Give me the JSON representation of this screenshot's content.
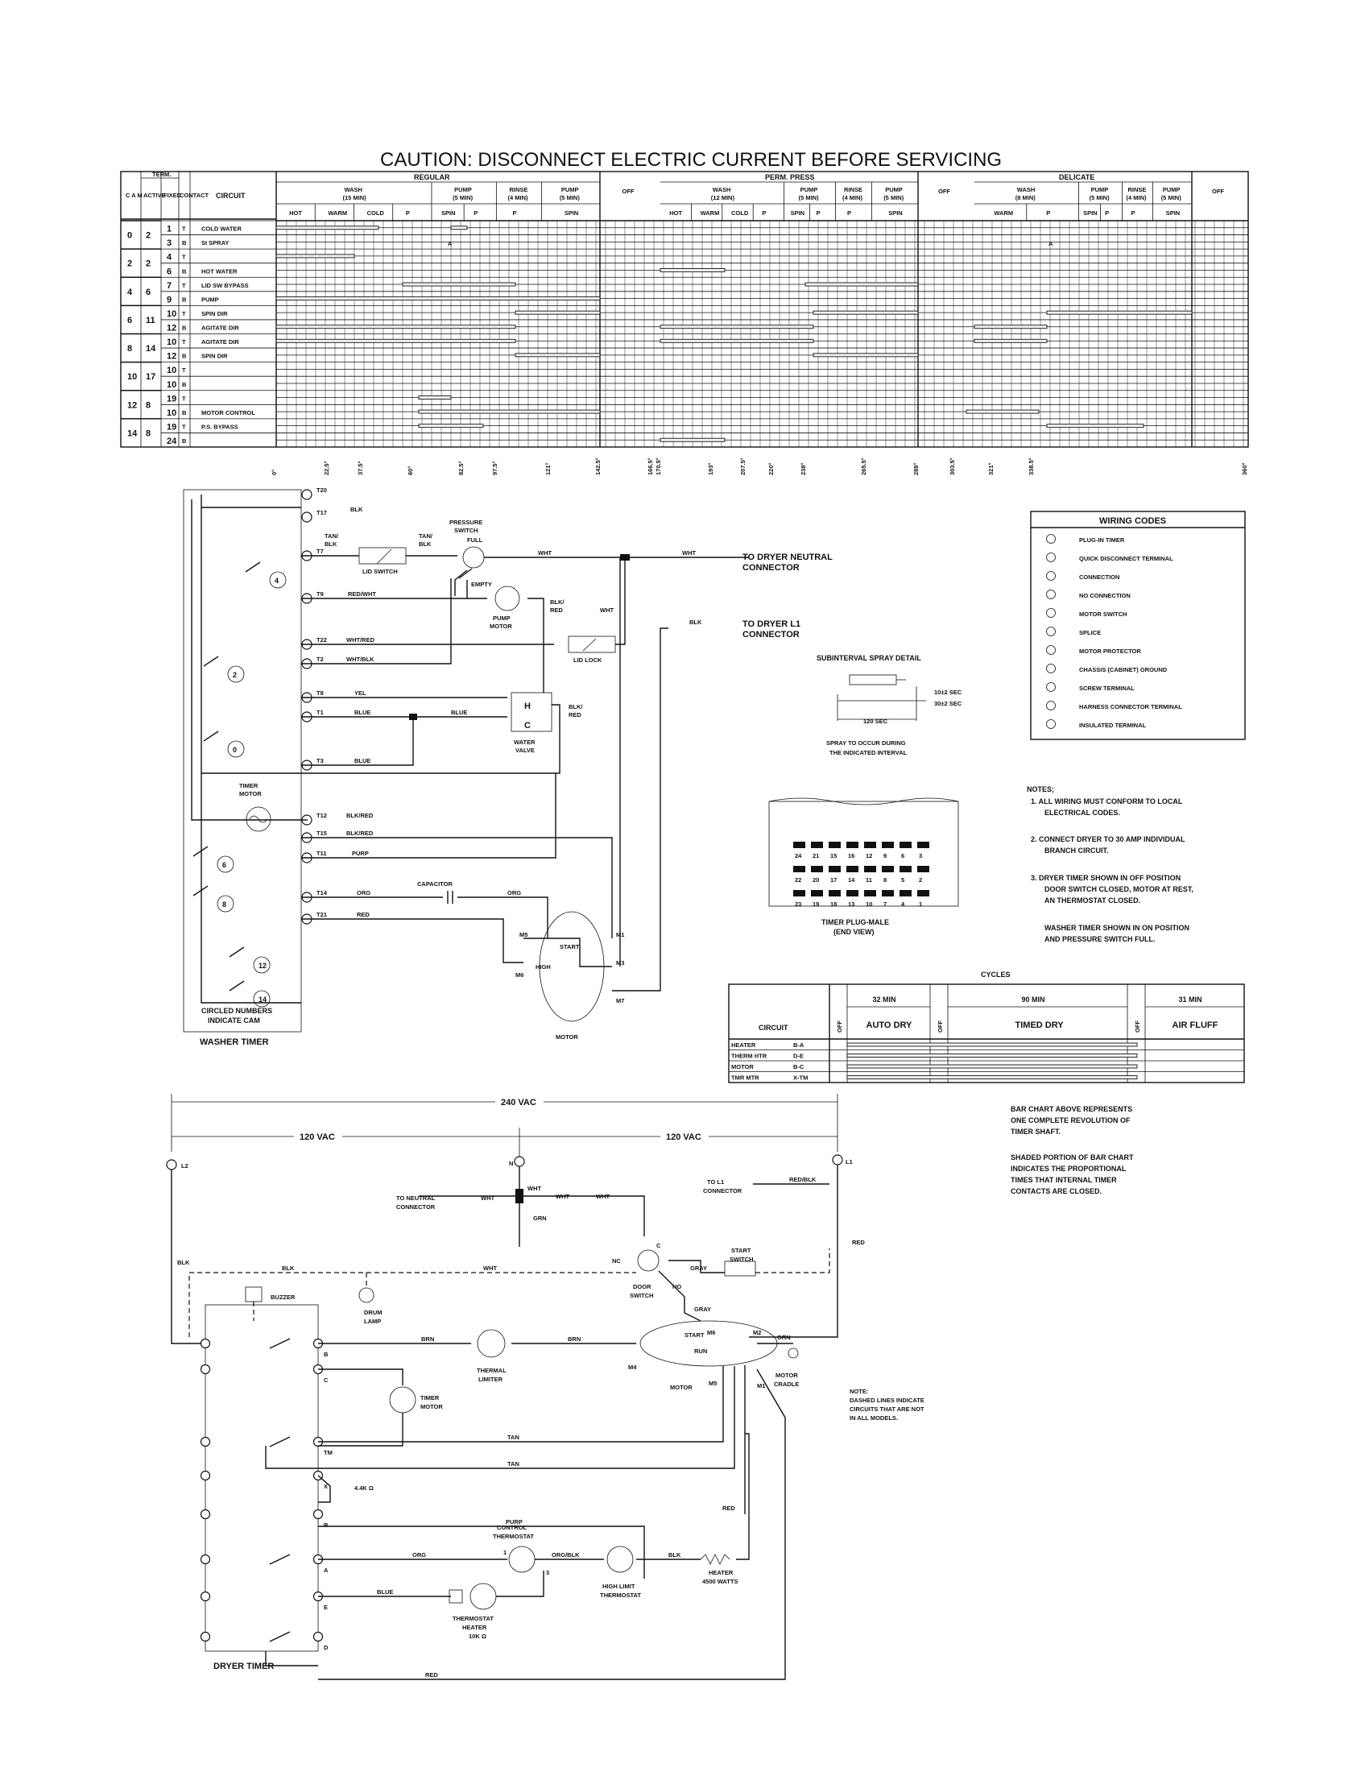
{
  "title": "CAUTION: DISCONNECT ELECTRIC CURRENT BEFORE SERVICING",
  "washer_chart": {
    "left_headers": [
      "C A M",
      "ACTIVE",
      "FIXED",
      "CONTACT",
      "CIRCUIT"
    ],
    "term_header": "TERM.",
    "cycles": [
      {
        "name": "REGULAR",
        "sub": [
          {
            "label": "WASH",
            "time": "(15 MIN)",
            "cols": [
              "HOT",
              "WARM",
              "COLD",
              "P"
            ]
          },
          {
            "label": "PUMP",
            "time": "(5 MIN)",
            "cols": [
              "SPIN",
              "P"
            ]
          },
          {
            "label": "RINSE",
            "time": "(4 MIN)",
            "cols": [
              "P"
            ]
          },
          {
            "label": "PUMP",
            "time": "(5 MIN)",
            "cols": [
              "SPIN"
            ]
          }
        ]
      },
      {
        "name": "PERM. PRESS",
        "sub": [
          {
            "label": "WASH",
            "time": "(12 MIN)",
            "cols": [
              "HOT",
              "WARM",
              "COLD",
              "P"
            ]
          },
          {
            "label": "PUMP",
            "time": "(5 MIN)",
            "cols": [
              "SPIN",
              "P"
            ]
          },
          {
            "label": "RINSE",
            "time": "(4 MIN)",
            "cols": [
              "P"
            ]
          },
          {
            "label": "PUMP",
            "time": "(5 MIN)",
            "cols": [
              "SPIN"
            ]
          }
        ]
      },
      {
        "name": "DELICATE",
        "sub": [
          {
            "label": "WASH",
            "time": "(8 MIN)",
            "cols": [
              "WARM",
              "P"
            ]
          },
          {
            "label": "PUMP",
            "time": "(5 MIN)",
            "cols": [
              "SPIN",
              "P"
            ]
          },
          {
            "label": "RINSE",
            "time": "(4 MIN)",
            "cols": [
              "P"
            ]
          },
          {
            "label": "PUMP",
            "time": "(5 MIN)",
            "cols": [
              "SPIN"
            ]
          }
        ]
      }
    ],
    "off_label": "OFF",
    "rows": [
      {
        "cam": "0",
        "active": "2",
        "fixed": "1",
        "contact": "T",
        "circuit": "COLD WATER"
      },
      {
        "cam": "",
        "active": "",
        "fixed": "3",
        "contact": "B",
        "circuit": "SI SPRAY"
      },
      {
        "cam": "2",
        "active": "2",
        "fixed": "4",
        "contact": "T",
        "circuit": ""
      },
      {
        "cam": "",
        "active": "",
        "fixed": "6",
        "contact": "B",
        "circuit": "HOT WATER"
      },
      {
        "cam": "4",
        "active": "6",
        "fixed": "7",
        "contact": "T",
        "circuit": "LID SW BYPASS"
      },
      {
        "cam": "",
        "active": "",
        "fixed": "9",
        "contact": "B",
        "circuit": "PUMP"
      },
      {
        "cam": "6",
        "active": "11",
        "fixed": "10",
        "contact": "T",
        "circuit": "SPIN DIR"
      },
      {
        "cam": "",
        "active": "",
        "fixed": "12",
        "contact": "B",
        "circuit": "AGITATE DIR"
      },
      {
        "cam": "8",
        "active": "14",
        "fixed": "10",
        "contact": "T",
        "circuit": "AGITATE DIR"
      },
      {
        "cam": "",
        "active": "",
        "fixed": "12",
        "contact": "B",
        "circuit": "SPIN DIR"
      },
      {
        "cam": "10",
        "active": "17",
        "fixed": "10",
        "contact": "T",
        "circuit": ""
      },
      {
        "cam": "",
        "active": "",
        "fixed": "10",
        "contact": "B",
        "circuit": ""
      },
      {
        "cam": "12",
        "active": "8",
        "fixed": "19",
        "contact": "T",
        "circuit": ""
      },
      {
        "cam": "",
        "active": "",
        "fixed": "10",
        "contact": "B",
        "circuit": "MOTOR CONTROL"
      },
      {
        "cam": "14",
        "active": "8",
        "fixed": "19",
        "contact": "T",
        "circuit": "P.S. BYPASS"
      },
      {
        "cam": "",
        "active": "",
        "fixed": "24",
        "contact": "B",
        "circuit": ""
      }
    ],
    "marker_a": "A",
    "degrees": [
      "0°",
      "22.5°",
      "37.5°",
      "60°",
      "82.5°",
      "97.5°",
      "121°",
      "142.5°",
      "166.5°",
      "170.5°",
      "193°",
      "207.5°",
      "220°",
      "238°",
      "265.5°",
      "288°",
      "303.5°",
      "321°",
      "338.5°",
      "360°"
    ]
  },
  "washer_schematic": {
    "terminals": [
      "T20",
      "T17",
      "T7",
      "T9",
      "T22",
      "T2",
      "T8",
      "T1",
      "T3",
      "T12",
      "T15",
      "T11",
      "T14",
      "T21"
    ],
    "wires": {
      "blk": "BLK",
      "tan_blk": "TAN/ BLK",
      "red_wht": "RED/WHT",
      "wht_red": "WHT/RED",
      "wht_blk": "WHT/BLK",
      "yel": "YEL",
      "blue": "BLUE",
      "blk_red_1": "BLK/RED",
      "blk_red_2": "BLK/RED",
      "purp": "PURP",
      "org": "ORG",
      "red": "RED",
      "wht": "WHT",
      "blk_red_slash": "BLK/ RED"
    },
    "components": {
      "lid_switch": "LID SWITCH",
      "pressure_switch": "PRESSURE SWITCH",
      "full": "FULL",
      "empty": "EMPTY",
      "pump_motor": "PUMP MOTOR",
      "lid_lock": "LID LOCK",
      "water_valve": "WATER VALVE",
      "timer_motor": "TIMER MOTOR",
      "capacitor": "CAPACITOR",
      "start": "START",
      "high": "HIGH",
      "motor": "MOTOR",
      "washer_timer": "WASHER TIMER",
      "circled_note": "CIRCLED NUMBERS INDICATE CAM"
    },
    "cams": [
      "4",
      "2",
      "0",
      "6",
      "8",
      "12",
      "14"
    ],
    "motor_terms": [
      "M5",
      "M6",
      "M1",
      "M3",
      "M7"
    ],
    "to_neutral": "TO DRYER NEUTRAL CONNECTOR",
    "to_l1": "TO DRYER L1 CONNECTOR",
    "valve_h": "H",
    "valve_c": "C"
  },
  "wiring_codes": {
    "title": "WIRING CODES",
    "items": [
      "PLUG-IN TIMER",
      "QUICK DISCONNECT TERMINAL",
      "CONNECTION",
      "NO CONNECTION",
      "MOTOR SWITCH",
      "SPLICE",
      "MOTOR PROTECTOR",
      "CHASSIS (CABINET) GROUND",
      "SCREW TERMINAL",
      "HARNESS CONNECTOR TERMINAL",
      "INSULATED TERMINAL"
    ]
  },
  "spray_detail": {
    "title": "SUBINTERVAL SPRAY DETAIL",
    "t1": "10±2 SEC",
    "t2": "30±2 SEC",
    "t3": "120 SEC",
    "caption": "SPRAY TO OCCUR DURING THE INDICATED INTERVAL"
  },
  "plug": {
    "caption": "TIMER PLUG-MALE (END VIEW)",
    "row1": [
      "24",
      "21",
      "15",
      "16",
      "12",
      "9",
      "6",
      "3"
    ],
    "row2": [
      "22",
      "20",
      "17",
      "14",
      "11",
      "8",
      "5",
      "2"
    ],
    "row3": [
      "23",
      "19",
      "18",
      "13",
      "10",
      "7",
      "4",
      "1"
    ]
  },
  "notes": {
    "title": "NOTES;",
    "items": [
      "1. ALL WIRING MUST CONFORM TO LOCAL ELECTRICAL CODES.",
      "2. CONNECT DRYER TO 30 AMP INDIVIDUAL BRANCH CIRCUIT.",
      "3. DRYER TIMER SHOWN IN OFF POSITION DOOR SWITCH CLOSED, MOTOR AT REST, AN THERMOSTAT CLOSED.",
      "WASHER TIMER SHOWN IN ON POSITION AND PRESSURE SWITCH FULL."
    ]
  },
  "dryer_chart": {
    "cycles_label": "CYCLES",
    "off_label": "OFF",
    "circuit_label": "CIRCUIT",
    "segments": [
      {
        "time": "32 MIN",
        "name": "AUTO DRY"
      },
      {
        "time": "90 MIN",
        "name": "TIMED DRY"
      },
      {
        "time": "31 MIN",
        "name": "AIR FLUFF"
      }
    ],
    "rows": [
      {
        "circuit": "HEATER",
        "contact": "B-A"
      },
      {
        "circuit": "THERM HTR",
        "contact": "D-E"
      },
      {
        "circuit": "MOTOR",
        "contact": "B-C"
      },
      {
        "circuit": "TMR MTR",
        "contact": "X-TM"
      }
    ],
    "note1": "BAR CHART ABOVE REPRESENTS ONE COMPLETE REVOLUTION OF TIMER SHAFT.",
    "note2": "SHADED PORTION OF BAR CHART INDICATES THE PROPORTIONAL TIMES THAT INTERNAL TIMER CONTACTS ARE CLOSED."
  },
  "dryer_schematic": {
    "v240": "240 VAC",
    "v120": "120 VAC",
    "l1": "L1",
    "l2": "L2",
    "n": "N",
    "wht": "WHT",
    "grn": "GRN",
    "blk": "BLK",
    "red": "RED",
    "brn": "BRN",
    "tan": "TAN",
    "purp": "PURP",
    "org": "ORG",
    "org_blk": "ORG/BLK",
    "blue": "BLUE",
    "gray": "GRAY",
    "red_blk": "RED/BLK",
    "to_neutral": "TO NEUTRAL CONNECTOR",
    "to_l1": "TO L1 CONNECTOR",
    "drum_lamp": "DRUM LAMP",
    "buzzer": "BUZZER",
    "door_switch": "DOOR SWITCH",
    "start_switch": "START SWITCH",
    "thermal_limiter": "THERMAL LIMITER",
    "timer_motor": "TIMER MOTOR",
    "motor": "MOTOR",
    "motor_cradle": "MOTOR CRADLE",
    "start": "START",
    "run": "RUN",
    "control_thermostat": "CONTROL THERMOSTAT",
    "high_limit": "HIGH LIMIT THERMOSTAT",
    "heater": "HEATER 4500 WATTS",
    "thermostat_heater": "THERMOSTAT HEATER 10K Ω",
    "res": "4.4K Ω",
    "dryer_timer": "DRYER TIMER",
    "terms": [
      "B",
      "C",
      "TM",
      "X",
      "R",
      "A",
      "E",
      "D"
    ],
    "motor_terms": [
      "M6",
      "M2",
      "M4",
      "M5",
      "M1"
    ],
    "switch_terms": [
      "C",
      "NC",
      "NO"
    ],
    "num1": "1",
    "num3": "3",
    "dash_note": "NOTE: DASHED LINES INDICATE CIRCUITS THAT ARE NOT IN ALL MODELS."
  }
}
